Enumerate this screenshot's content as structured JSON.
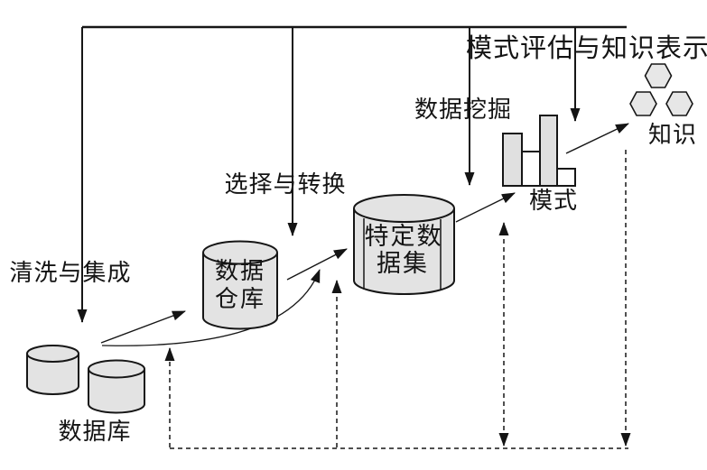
{
  "diagram": {
    "background": "#ffffff",
    "stroke_color": "#161616",
    "node_fill": "#e3e3e3",
    "hex_fill": "#e7e7e7",
    "processes": [
      {
        "id": "cleaning-integration",
        "label": "清洗与集成"
      },
      {
        "id": "selection-transformation",
        "label": "选择与转换"
      },
      {
        "id": "data-mining",
        "label": "数据挖掘"
      },
      {
        "id": "evaluation-representation",
        "label": "模式评估与知识表示"
      }
    ],
    "stages": [
      {
        "id": "databases",
        "label": "数据库",
        "shape": "cylinders"
      },
      {
        "id": "data-warehouse",
        "label": "数据仓库",
        "line1": "数据",
        "line2": "仓库",
        "shape": "cylinder"
      },
      {
        "id": "task-dataset",
        "label": "特定数据集",
        "line1": "特定数",
        "line2": "据集",
        "shape": "cylinder"
      },
      {
        "id": "patterns",
        "label": "模式",
        "shape": "bar-chart"
      },
      {
        "id": "knowledge",
        "label": "知识",
        "shape": "hexagons"
      }
    ],
    "pattern_bars": {
      "note": "decorative mini bar chart, heights in px",
      "heights": [
        57,
        37,
        77,
        18
      ],
      "filled": [
        true,
        false,
        true,
        false
      ]
    }
  }
}
